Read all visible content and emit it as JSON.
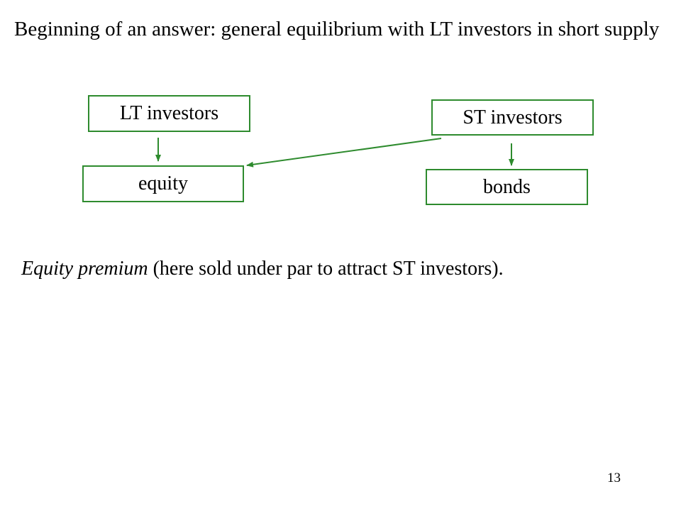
{
  "heading": "Beginning of an answer: general equilibrium with LT investors in short supply",
  "nodes": {
    "lt_investors": "LT investors",
    "st_investors": "ST investors",
    "equity": "equity",
    "bonds": "bonds"
  },
  "note": {
    "emphasis": "Equity premium",
    "rest": " (here sold under par to attract ST investors)."
  },
  "page_number": "13",
  "colors": {
    "accent": "#2e8b2e",
    "text": "#000000",
    "background": "#ffffff"
  }
}
